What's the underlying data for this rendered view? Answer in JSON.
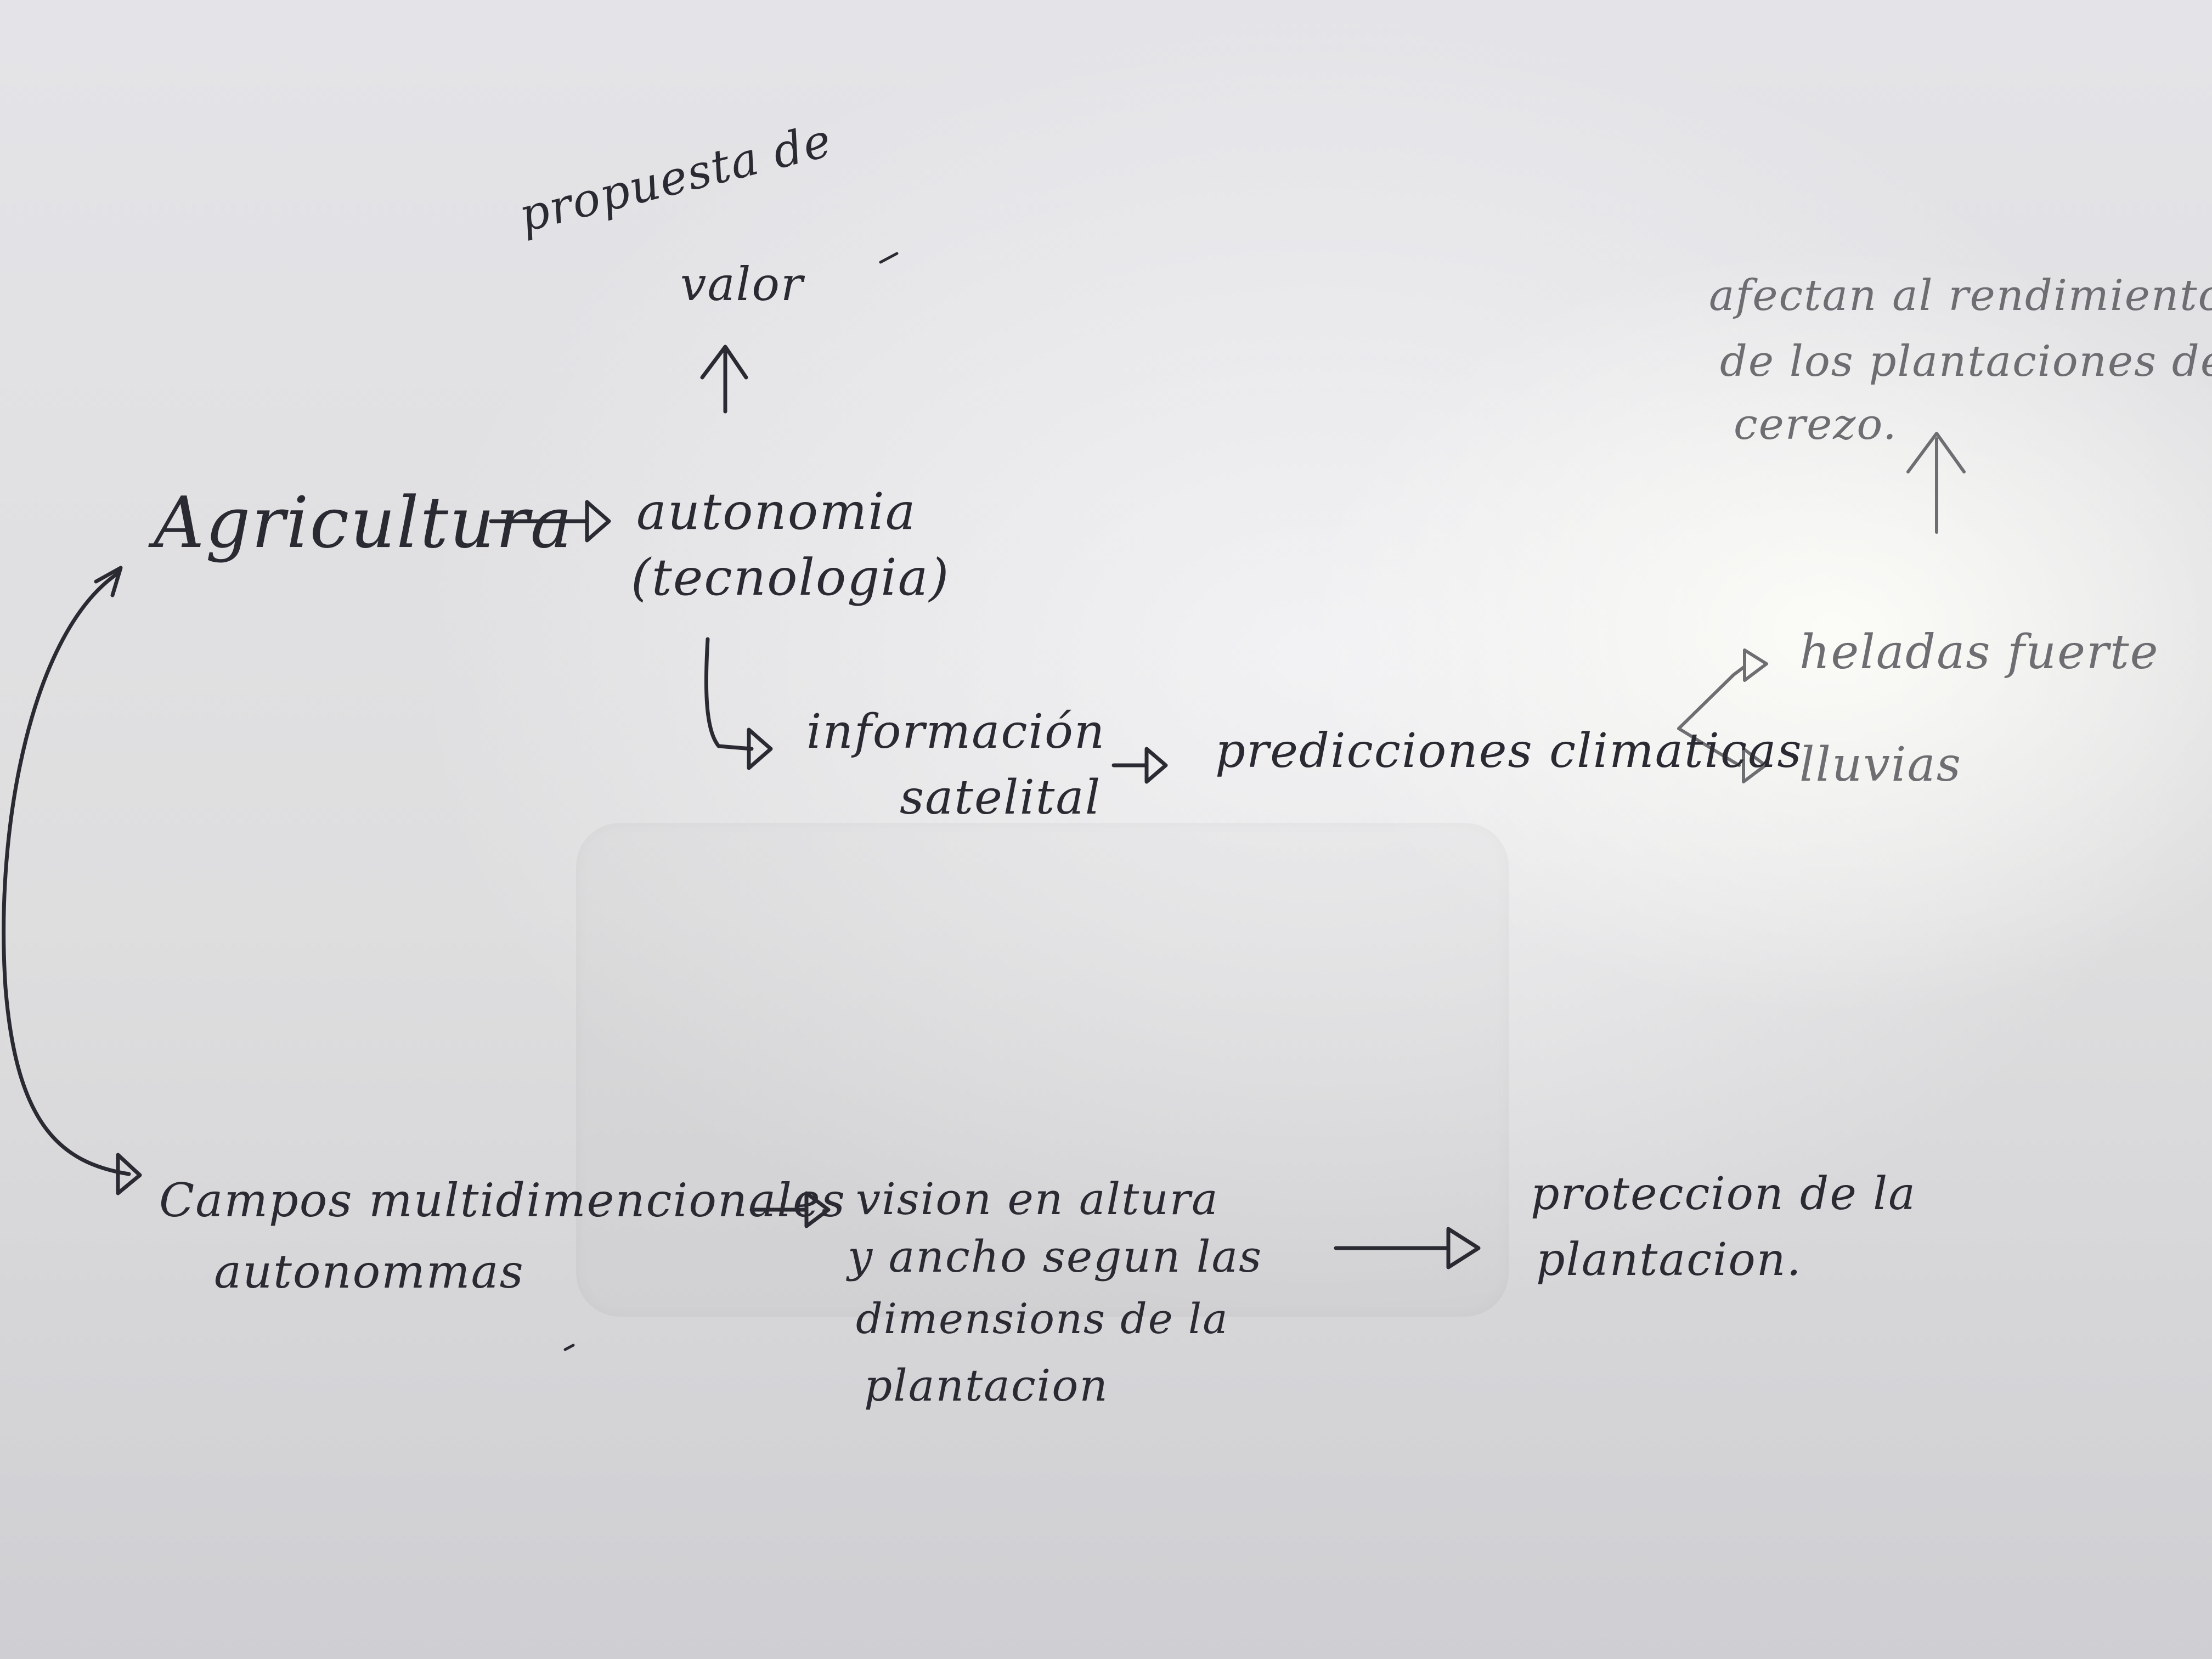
{
  "nodes": {
    "agricultura": "Agricultura",
    "autonomia": [
      "autonomia",
      "(tecnologia)"
    ],
    "propuesta": [
      "propuesta de",
      "valor"
    ],
    "informacion": [
      "información",
      "satelital"
    ],
    "predicciones": "predicciones climaticas",
    "heladas": "heladas fuerte",
    "lluvias": "lluvias",
    "afectan": [
      "afectan al rendimiento",
      "de los plantaciones de",
      "cerezo."
    ],
    "campos": [
      "Campos multidimencionales",
      "autonommas"
    ],
    "vision": [
      "vision en altura",
      "y ancho segun las",
      "dimensions de la",
      "plantacion"
    ],
    "proteccion": [
      "proteccion de la",
      "plantacion."
    ]
  },
  "colors": {
    "ink": "#2a2a33",
    "pencil": "#6e6d71",
    "paper": "#e2e2e6"
  }
}
